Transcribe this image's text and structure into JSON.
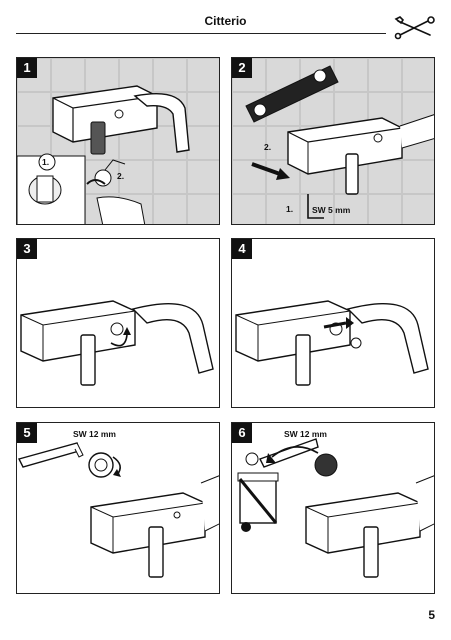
{
  "header": {
    "title": "Citterio"
  },
  "panels": [
    {
      "number": "1",
      "labels": {
        "step1": "1.",
        "step2": "2."
      }
    },
    {
      "number": "2",
      "labels": {
        "step1": "1.",
        "step2": "2.",
        "tool": "SW 5 mm"
      }
    },
    {
      "number": "3"
    },
    {
      "number": "4"
    },
    {
      "number": "5",
      "labels": {
        "tool": "SW 12 mm"
      }
    },
    {
      "number": "6",
      "labels": {
        "tool": "SW 12 mm"
      }
    }
  ],
  "footer": {
    "page_number": "5"
  },
  "icons": {
    "header": "wrench-screwdriver-icon"
  }
}
